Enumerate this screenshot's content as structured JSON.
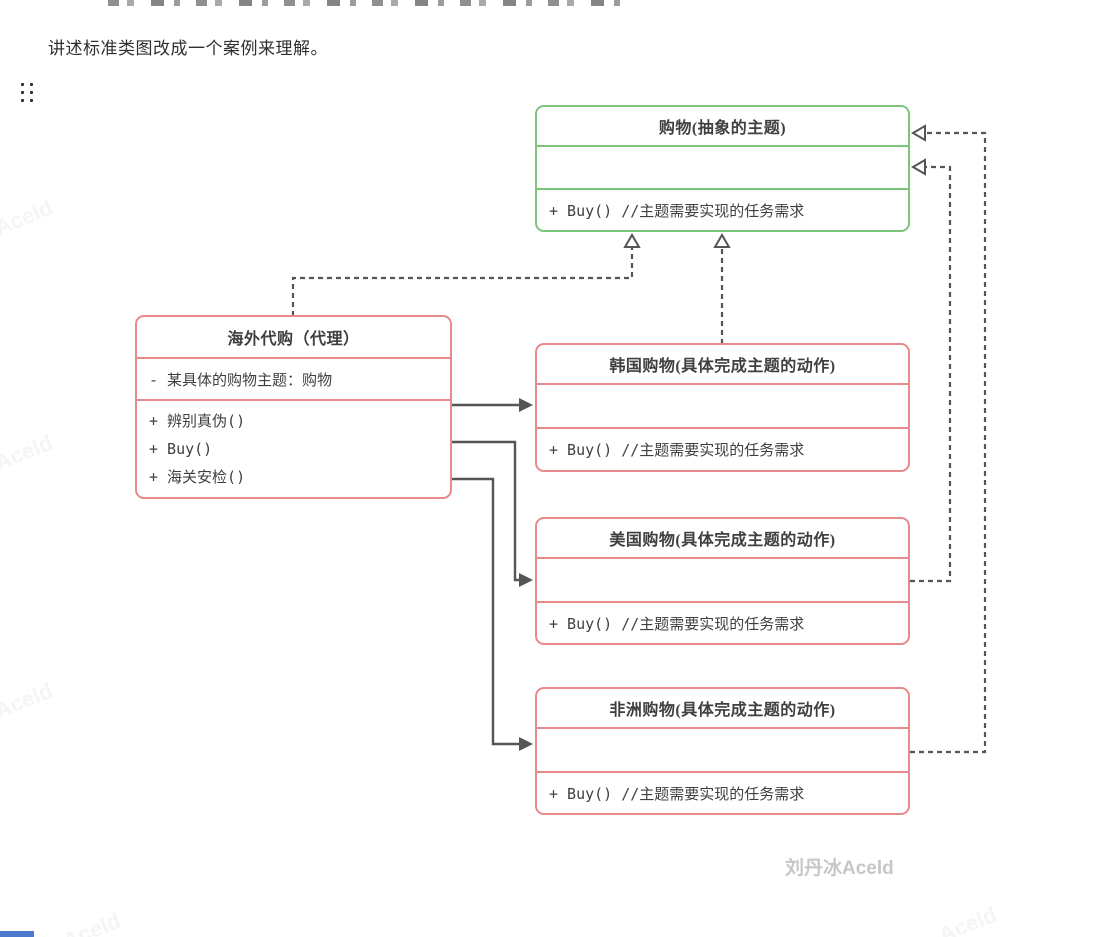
{
  "intro": {
    "text": "讲述标准类图改成一个案例来理解。"
  },
  "colors": {
    "abstract_border": "#7CC47C",
    "concrete_border": "#E8898B",
    "connector": "#555555",
    "text": "#3F3F3F",
    "watermark": "#C7C7C7"
  },
  "diagram": {
    "abstract_class": {
      "title": "购物(抽象的主题)",
      "method": "+ Buy() //主题需要实现的任务需求"
    },
    "proxy_class": {
      "title": "海外代购（代理）",
      "attribute": "- 某具体的购物主题：购物",
      "methods": [
        "+ 辨别真伪()",
        "+ Buy()",
        "+ 海关安检()"
      ]
    },
    "concrete_classes": [
      {
        "title": "韩国购物(具体完成主题的动作)",
        "method": "+ Buy() //主题需要实现的任务需求"
      },
      {
        "title": "美国购物(具体完成主题的动作)",
        "method": "+ Buy() //主题需要实现的任务需求"
      },
      {
        "title": "非洲购物(具体完成主题的动作)",
        "method": "+ Buy() //主题需要实现的任务需求"
      }
    ]
  },
  "watermarks": {
    "main": "刘丹冰Aceld",
    "faint": "Aceld"
  }
}
